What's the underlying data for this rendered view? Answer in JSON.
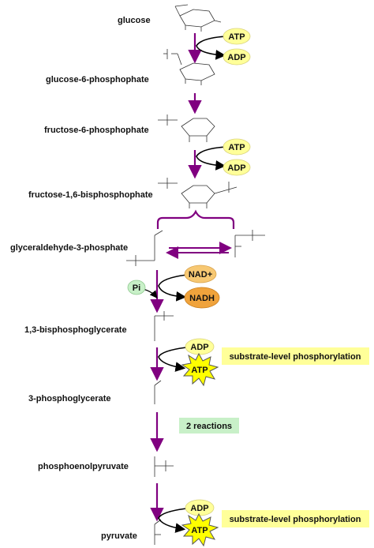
{
  "intermediates": [
    {
      "id": "glucose",
      "label": "glucose"
    },
    {
      "id": "g6p",
      "label": "glucose-6-phosphophate"
    },
    {
      "id": "f6p",
      "label": "fructose-6-phosphophate"
    },
    {
      "id": "f16bp",
      "label": "fructose-1,6-bisphosphophate"
    },
    {
      "id": "g3p",
      "label": "glyceraldehyde-3-phosphate"
    },
    {
      "id": "bpg13",
      "label": "1,3-bisphosphoglycerate"
    },
    {
      "id": "pg3",
      "label": "3-phosphoglycerate"
    },
    {
      "id": "pep",
      "label": "phosphoenolpyruvate"
    },
    {
      "id": "pyruvate",
      "label": "pyruvate"
    }
  ],
  "cofactors": {
    "step1_in": "ATP",
    "step1_out": "ADP",
    "step3_in": "ATP",
    "step3_out": "ADP",
    "step5_in": "NAD+",
    "step5_out": "NADH",
    "step5_pi": "Pi",
    "step6_in": "ADP",
    "step6_out": "ATP",
    "step8_in": "ADP",
    "step8_out": "ATP"
  },
  "notes": {
    "slp1": "substrate-level phosphorylation",
    "reactions": "2 reactions",
    "slp2": "substrate-level phosphorylation"
  },
  "colors": {
    "arrow": "#800080",
    "atp_fill": "#ffff99",
    "nad_fill": "#f7c873",
    "nadh_fill": "#f0a33c",
    "pi_fill": "#c8f0c8",
    "note_fill": "#ffff99",
    "reactions_fill": "#c8f0c8",
    "burst_fill": "#ffff00"
  }
}
